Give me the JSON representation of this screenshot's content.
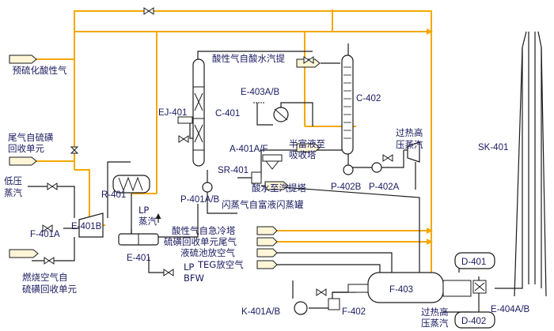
{
  "colors": {
    "acid_gas_line": "#f5a800",
    "process_line": "#1a1a1a",
    "label_text": "#1a1a60",
    "vessel_fill": "#ffffff"
  },
  "streams": {
    "pre_sulfided_acid_gas": "预硫化酸性气",
    "tail_gas_line1": "尾气自硫磺",
    "tail_gas_line2": "回收单元",
    "lp_steam_in_line1": "低压",
    "lp_steam_in_line2": "蒸汽",
    "combustion_air_line1": "燃烧空气自",
    "combustion_air_line2": "硫磺回收单元",
    "acid_gas_from_stripper": "酸性气自酸水汽提",
    "rich_liquid_to_absorber_line1": "半富液至",
    "rich_liquid_to_absorber_line2": "吸收塔",
    "sour_water_to_stripper": "酸水至汽提塔",
    "flash_gas_from_tank": "闪蒸气自富液闪蒸罐",
    "sh_hp_steam_top_line1": "过热高",
    "sh_hp_steam_top_line2": "压蒸汽",
    "acid_gas_to_flare": "酸性气自急冷塔",
    "srp_tail_gas": "硫磺回收单元尾气",
    "sulfur_pit_vent": "液硫池放空气",
    "teg_vent": "TEG放空气",
    "lp_steam_out_line1": "LP",
    "lp_steam_out_line2": "蒸汽",
    "lp_bfw_line1": "LP",
    "lp_bfw_line2": "BFW",
    "sh_hp_steam_bottom_line1": "过热高",
    "sh_hp_steam_bottom_line2": "压蒸汽"
  },
  "equipment": {
    "F-401A": "F-401A",
    "E-401B": "E-401B",
    "R-401": "R-401",
    "E-401": "E-401",
    "EJ-401": "EJ-401",
    "C-401": "C-401",
    "P-401A/B": "P-401A/B",
    "E-403A/B": "E-403A/B",
    "A-401A/F": "A-401A/F",
    "SR-401": "SR-401",
    "C-402": "C-402",
    "P-402B": "P-402B",
    "P-402A": "P-402A",
    "SK-401": "SK-401",
    "K-401A/B": "K-401A/B",
    "F-402": "F-402",
    "F-403": "F-403",
    "D-401": "D-401",
    "D-402": "D-402",
    "E-404A/B": "E-404A/B"
  }
}
